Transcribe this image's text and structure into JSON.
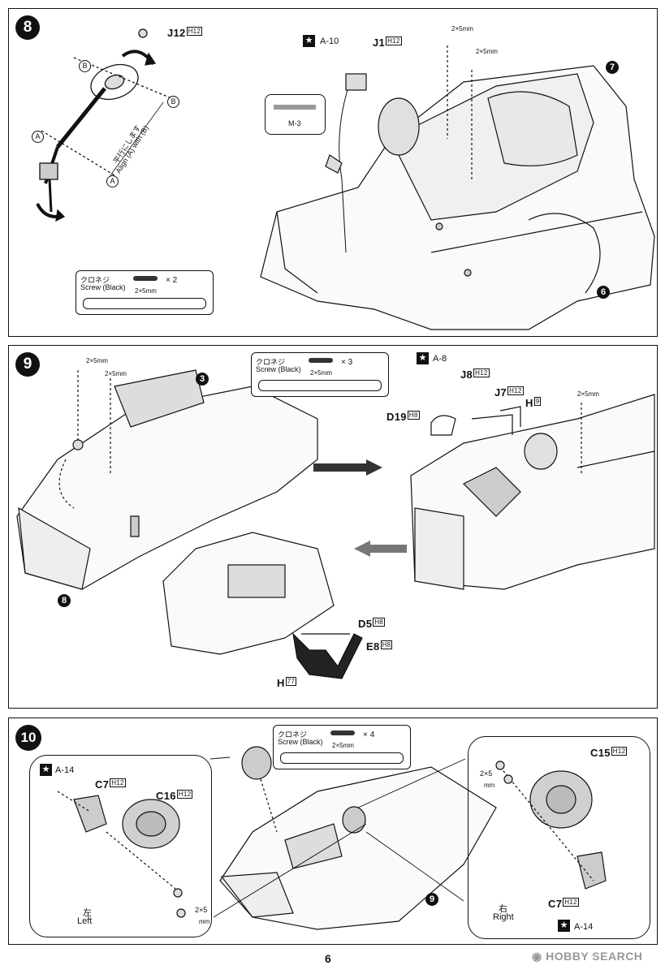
{
  "steps": {
    "step8": {
      "number": "8",
      "steering": {
        "part": "J12",
        "runner": "H12",
        "label_b": "B",
        "label_a": "A",
        "align_jp": "平行にします",
        "align_en": "Align (A) with (B)"
      },
      "screw_box": {
        "jp": "クロネジ",
        "en": "Screw (Black)",
        "size": "2×5mm",
        "qty": "× 2"
      },
      "decal": "A-10",
      "bracket": {
        "part": "J1",
        "runner": "H12"
      },
      "screw_size_1": "2×5mm",
      "screw_size_2": "2×5mm",
      "metal_part": "M-3",
      "ref_7": "7",
      "ref_6": "6"
    },
    "step9": {
      "number": "9",
      "screw_size_1": "2×5mm",
      "screw_size_2": "2×5mm",
      "ref_3": "3",
      "ref_8": "8",
      "screw_box": {
        "jp": "クロネジ",
        "en": "Screw (Black)",
        "size": "2×5mm",
        "qty": "× 3"
      },
      "decal": "A-8",
      "parts": {
        "j8": {
          "part": "J8",
          "runner": "H12"
        },
        "j7": {
          "part": "J7",
          "runner": "H12"
        },
        "h9": {
          "part": "H",
          "runner": "9"
        },
        "d19": {
          "part": "D19",
          "runner": "H8"
        },
        "d5": {
          "part": "D5",
          "runner": "H8"
        },
        "e8": {
          "part": "E8",
          "runner": "H8"
        },
        "h77": {
          "part": "H",
          "runner": "77"
        }
      },
      "screw_size_3": "2×5mm"
    },
    "step10": {
      "number": "10",
      "screw_box": {
        "jp": "クロネジ",
        "en": "Screw (Black)",
        "size": "2×5mm",
        "qty": "× 4"
      },
      "left": {
        "decal": "A-14",
        "c7": {
          "part": "C7",
          "runner": "H12"
        },
        "c16": {
          "part": "C16",
          "runner": "H12"
        },
        "side_jp": "左",
        "side_en": "Left",
        "screw_size": "2×5",
        "screw_unit": "mm"
      },
      "right": {
        "decal": "A-14",
        "c15": {
          "part": "C15",
          "runner": "H12"
        },
        "c7": {
          "part": "C7",
          "runner": "H12"
        },
        "side_jp": "右",
        "side_en": "Right",
        "screw_size": "2×5",
        "screw_unit": "mm"
      },
      "ref_9": "9"
    }
  },
  "page_number": "6",
  "watermark": "HOBBY SEARCH"
}
